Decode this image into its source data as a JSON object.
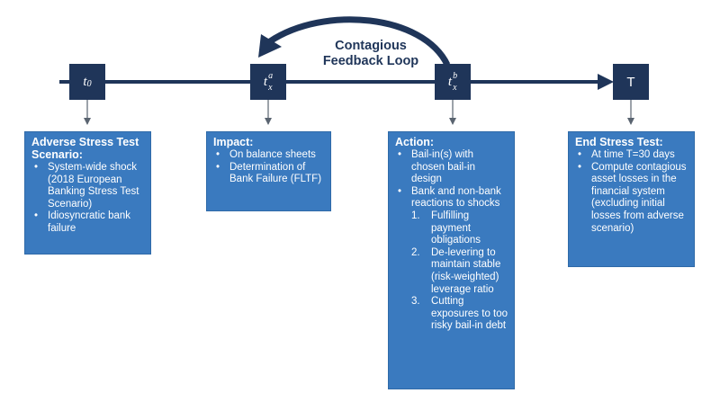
{
  "loop": {
    "label_line1": "Contagious",
    "label_line2": "Feedback Loop"
  },
  "nodes": {
    "t0": {
      "main": "t",
      "sub": "0"
    },
    "txa": {
      "main": "t",
      "sup": "a",
      "sub": "x"
    },
    "txb": {
      "main": "t",
      "sup": "b",
      "sub": "x"
    },
    "T": {
      "main": "T"
    }
  },
  "boxes": {
    "adverse": {
      "title": "Adverse Stress Test Scenario:",
      "items": [
        "System-wide shock (2018 European Banking Stress Test Scenario)",
        "Idiosyncratic bank failure"
      ]
    },
    "impact": {
      "title": "Impact:",
      "items": [
        "On balance sheets",
        "Determination of Bank Failure (FLTF)"
      ]
    },
    "action": {
      "title": "Action:",
      "items": [
        "Bail-in(s) with chosen bail-in design",
        "Bank and non-bank reactions to shocks"
      ],
      "steps": [
        {
          "num": "1.",
          "text": "Fulfilling payment obligations"
        },
        {
          "num": "2.",
          "text": "De-levering to maintain stable (risk-weighted) leverage ratio"
        },
        {
          "num": "3.",
          "text": "Cutting exposures to too risky bail-in debt"
        }
      ]
    },
    "end": {
      "title": "End Stress Test:",
      "items": [
        "At time T=30 days",
        "Compute contagious asset losses in the financial system (excluding initial losses from adverse scenario)"
      ]
    }
  },
  "colors": {
    "dark_navy": "#1f3559",
    "box_blue": "#3a7abf",
    "connector": "#5a6470"
  }
}
